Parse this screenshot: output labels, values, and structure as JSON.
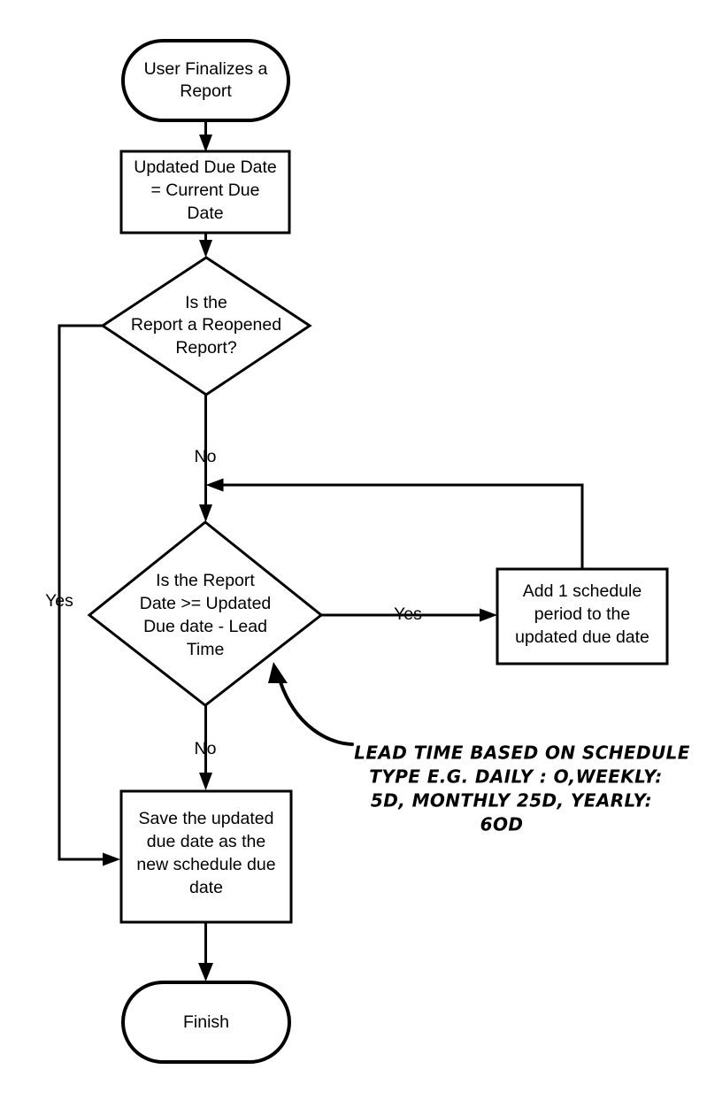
{
  "diagram": {
    "title": "Report Finalization Due Date Flow",
    "background_color": "#ffffff",
    "line_color": "#000000",
    "nodes": {
      "start": {
        "type": "terminal",
        "label_line1": "User Finalizes a",
        "label_line2": "Report"
      },
      "set_due_date": {
        "type": "process",
        "label_line1": "Updated Due Date",
        "label_line2": "= Current Due",
        "label_line3": "Date"
      },
      "reopened_decision": {
        "type": "decision",
        "label_line1": "Is the",
        "label_line2": "Report a Reopened",
        "label_line3": "Report?"
      },
      "lead_time_decision": {
        "type": "decision",
        "label_line1": "Is the Report",
        "label_line2": "Date >= Updated",
        "label_line3": "Due date - Lead",
        "label_line4": "Time"
      },
      "add_period": {
        "type": "process",
        "label_line1": "Add 1 schedule",
        "label_line2": "period to the",
        "label_line3": "updated due date"
      },
      "save_due_date": {
        "type": "process",
        "label_line1": "Save the updated",
        "label_line2": "due date as the",
        "label_line3": "new schedule due",
        "label_line4": "date"
      },
      "finish": {
        "type": "terminal",
        "label": "Finish"
      }
    },
    "edge_labels": {
      "reopened_yes": "Yes",
      "reopened_no": "No",
      "lead_time_yes": "Yes",
      "lead_time_no": "No"
    },
    "annotation": {
      "line1": "LEAD TIME BASED ON SCHEDULE",
      "line2": "TYPE E.G. DAILY : O,WEEKLY:",
      "line3": "5D, MONTHLY 25D, YEARLY:",
      "line4": "6OD"
    }
  }
}
